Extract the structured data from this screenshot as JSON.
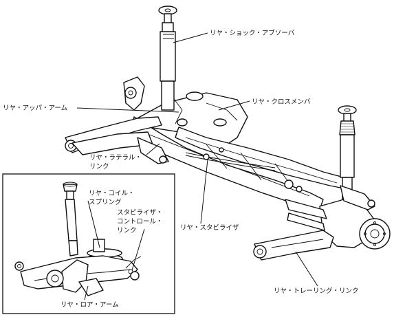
{
  "labels": {
    "rear_shock_absorber": "リヤ・ショック・アブソーバ",
    "rear_crossmember": "リヤ・クロスメンバ",
    "rear_upper_arm": "リヤ・アッパ・アーム",
    "rear_lateral_link_1": "リヤ・ラテラル・",
    "rear_lateral_link_2": "リンク",
    "rear_coil_spring_1": "リヤ・コイル・",
    "rear_coil_spring_2": "スプリング",
    "stabilizer_control_link_1": "スタビライザ・",
    "stabilizer_control_link_2": "コントロール・",
    "stabilizer_control_link_3": "リンク",
    "rear_stabilizer": "リヤ・スタビライザ",
    "rear_lower_arm": "リヤ・ロア・アーム",
    "rear_trailing_link": "リヤ・トレーリング・リンク"
  }
}
